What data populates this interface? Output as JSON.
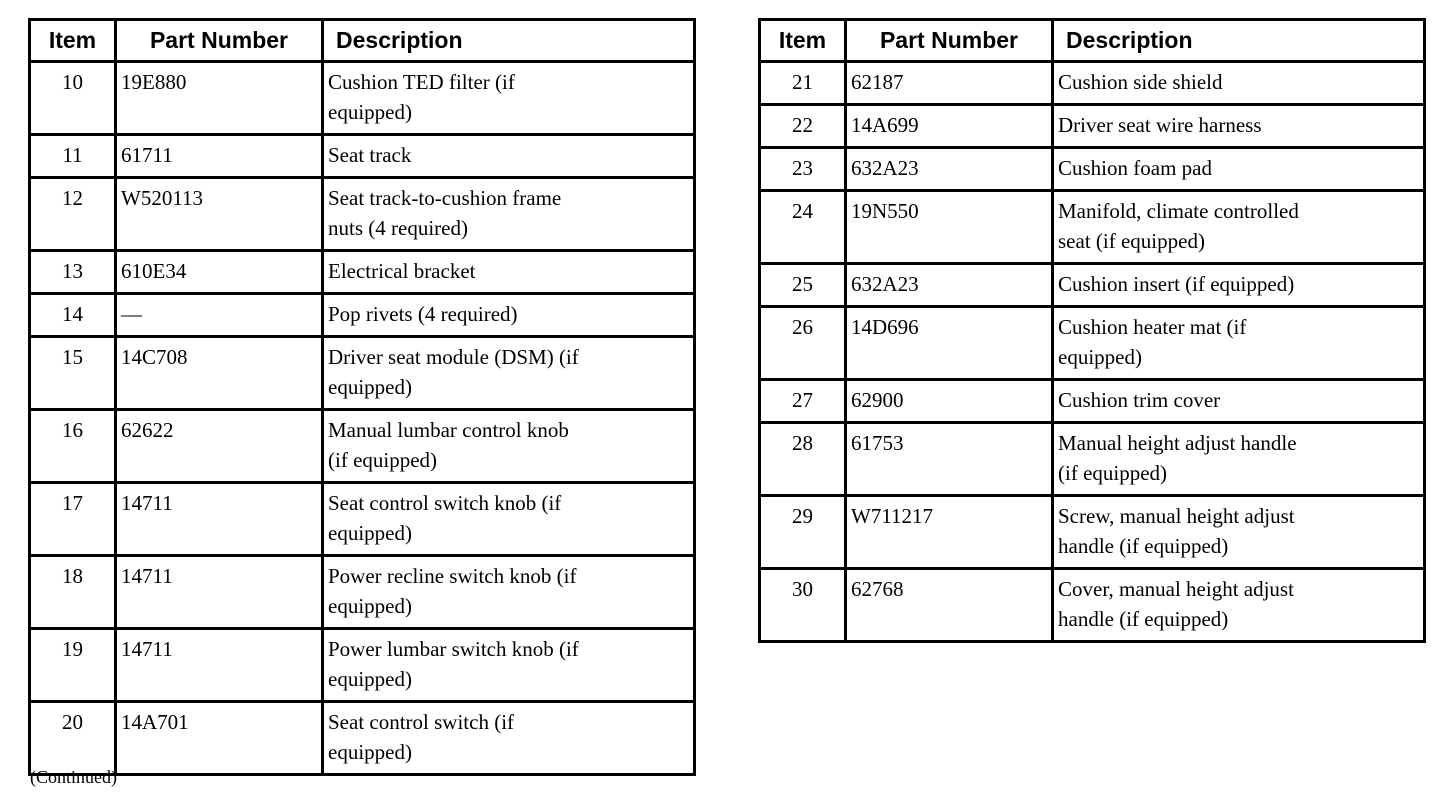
{
  "note": {
    "continued": "(Continued)"
  },
  "tables": [
    {
      "id": "left",
      "headers": {
        "item": "Item",
        "part": "Part Number",
        "desc": "Description"
      },
      "rows": [
        {
          "item": "10",
          "part": "19E880",
          "desc": "Cushion TED filter (if\nequipped)"
        },
        {
          "item": "11",
          "part": "61711",
          "desc": "Seat track"
        },
        {
          "item": "12",
          "part": "W520113",
          "desc": "Seat track-to-cushion frame\nnuts (4 required)"
        },
        {
          "item": "13",
          "part": "610E34",
          "desc": "Electrical bracket"
        },
        {
          "item": "14",
          "part": "—",
          "desc": "Pop rivets (4 required)"
        },
        {
          "item": "15",
          "part": "14C708",
          "desc": "Driver seat module (DSM) (if\nequipped)"
        },
        {
          "item": "16",
          "part": "62622",
          "desc": "Manual lumbar control knob\n(if equipped)"
        },
        {
          "item": "17",
          "part": "14711",
          "desc": "Seat control switch knob (if\nequipped)"
        },
        {
          "item": "18",
          "part": "14711",
          "desc": "Power recline switch knob (if\nequipped)"
        },
        {
          "item": "19",
          "part": "14711",
          "desc": "Power lumbar switch knob (if\nequipped)"
        },
        {
          "item": "20",
          "part": "14A701",
          "desc": "Seat control switch (if\nequipped)"
        }
      ]
    },
    {
      "id": "right",
      "headers": {
        "item": "Item",
        "part": "Part Number",
        "desc": "Description"
      },
      "rows": [
        {
          "item": "21",
          "part": "62187",
          "desc": "Cushion side shield"
        },
        {
          "item": "22",
          "part": "14A699",
          "desc": "Driver seat wire harness"
        },
        {
          "item": "23",
          "part": "632A23",
          "desc": "Cushion foam pad"
        },
        {
          "item": "24",
          "part": "19N550",
          "desc": "Manifold, climate controlled\nseat (if equipped)"
        },
        {
          "item": "25",
          "part": "632A23",
          "desc": "Cushion insert (if equipped)"
        },
        {
          "item": "26",
          "part": "14D696",
          "desc": "Cushion heater mat (if\nequipped)"
        },
        {
          "item": "27",
          "part": "62900",
          "desc": "Cushion trim cover"
        },
        {
          "item": "28",
          "part": "61753",
          "desc": "Manual height adjust handle\n(if equipped)"
        },
        {
          "item": "29",
          "part": "W711217",
          "desc": "Screw, manual height adjust\nhandle (if equipped)"
        },
        {
          "item": "30",
          "part": "62768",
          "desc": "Cover, manual height adjust\nhandle (if equipped)"
        }
      ]
    }
  ]
}
